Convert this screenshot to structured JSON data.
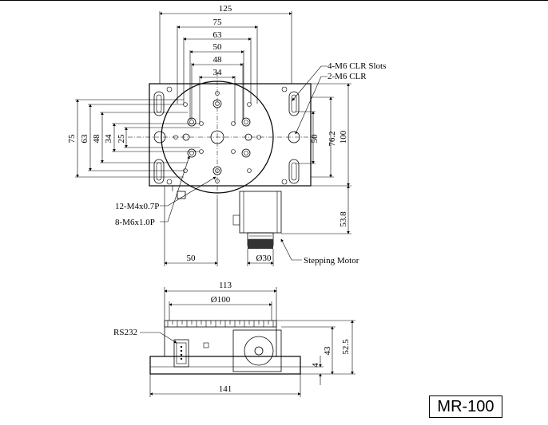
{
  "top_view": {
    "dims": {
      "w125": "125",
      "w75": "75",
      "w63": "63",
      "w50": "50",
      "w48": "48",
      "w34": "34",
      "h75": "75",
      "h63": "63",
      "h48": "48",
      "h34": "34",
      "h25": "25",
      "h50": "50",
      "h76_2": "76.2",
      "h100": "100",
      "h53_8": "53.8",
      "w50_bottom": "50",
      "d30": "Ø30"
    },
    "callouts": {
      "slots": "4-M6 CLR Slots",
      "clr": "2-M6 CLR",
      "m4": "12-M4x0.7P",
      "m6": "8-M6x1.0P",
      "motor": "Stepping Motor"
    }
  },
  "side_view": {
    "dims": {
      "w113": "113",
      "d100": "Ø100",
      "w141": "141",
      "h43": "43",
      "h52_5": "52.5",
      "h4": "4"
    },
    "callouts": {
      "rs232": "RS232"
    }
  },
  "model": "MR-100"
}
